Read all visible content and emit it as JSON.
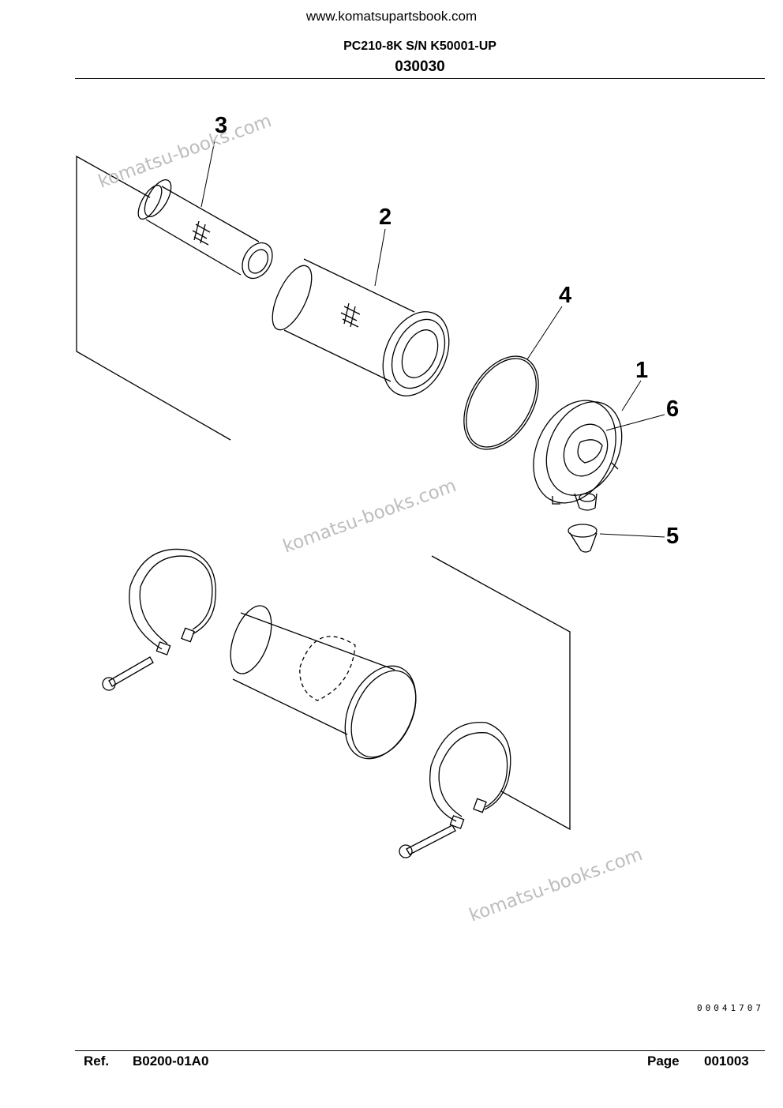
{
  "header": {
    "website": "www.komatsupartsbook.com",
    "model": "PC210-8K S/N K50001-UP",
    "section_code": "030030"
  },
  "watermark": {
    "text": "komatsu-books.com"
  },
  "callouts": [
    "1",
    "2",
    "3",
    "4",
    "5",
    "6"
  ],
  "illustration_number": "00041707",
  "footer": {
    "ref_label": "Ref.",
    "ref_value": "B0200-01A0",
    "page_label": "Page",
    "page_value": "001003"
  }
}
